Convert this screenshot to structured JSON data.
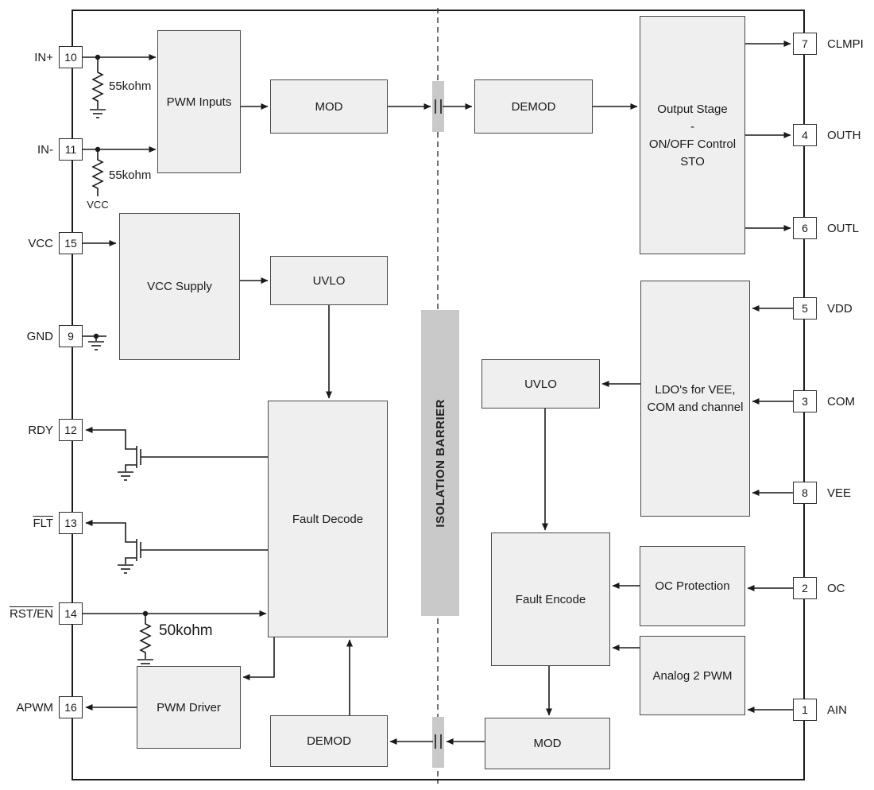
{
  "barrier_label": "ISOLATION BARRIER",
  "blocks": {
    "pwm_inputs": "PWM Inputs",
    "mod_top": "MOD",
    "demod_top": "DEMOD",
    "output_stage_lines": [
      "Output Stage",
      "-",
      "ON/OFF Control",
      "STO"
    ],
    "vcc_supply": "VCC Supply",
    "uvlo_left": "UVLO",
    "fault_decode": "Fault Decode",
    "pwm_driver": "PWM Driver",
    "demod_bottom": "DEMOD",
    "uvlo_right": "UVLO",
    "ldo_lines": [
      "LDO's for VEE,",
      "COM and channel"
    ],
    "fault_encode": "Fault Encode",
    "oc_protection": "OC Protection",
    "analog_2_pwm": "Analog 2 PWM",
    "mod_bottom": "MOD"
  },
  "pins": {
    "left": [
      {
        "num": "10",
        "bar": "",
        "label": "IN+"
      },
      {
        "num": "11",
        "bar": "",
        "label": "IN-"
      },
      {
        "num": "15",
        "bar": "",
        "label": "VCC"
      },
      {
        "num": "9",
        "bar": "",
        "label": "GND"
      },
      {
        "num": "12",
        "bar": "",
        "label": "RDY"
      },
      {
        "num": "13",
        "bar": "FLT",
        "label": ""
      },
      {
        "num": "14",
        "bar": "RST/EN",
        "label": ""
      },
      {
        "num": "16",
        "bar": "",
        "label": "APWM"
      }
    ],
    "right": [
      {
        "num": "7",
        "label": "CLMPI"
      },
      {
        "num": "4",
        "label": "OUTH"
      },
      {
        "num": "6",
        "label": "OUTL"
      },
      {
        "num": "5",
        "label": "VDD"
      },
      {
        "num": "3",
        "label": "COM"
      },
      {
        "num": "8",
        "label": "VEE"
      },
      {
        "num": "2",
        "label": "OC"
      },
      {
        "num": "1",
        "label": "AIN"
      }
    ]
  },
  "labels": {
    "r_in_plus": "55kohm",
    "r_in_minus": "55kohm",
    "r_rst": "50kohm",
    "vcc_net": "VCC"
  },
  "colors": {
    "block_fill": "#efefef",
    "block_border": "#4a4a4a",
    "barrier_fill": "#c9c9c9",
    "wire": "#1a1a1a"
  }
}
